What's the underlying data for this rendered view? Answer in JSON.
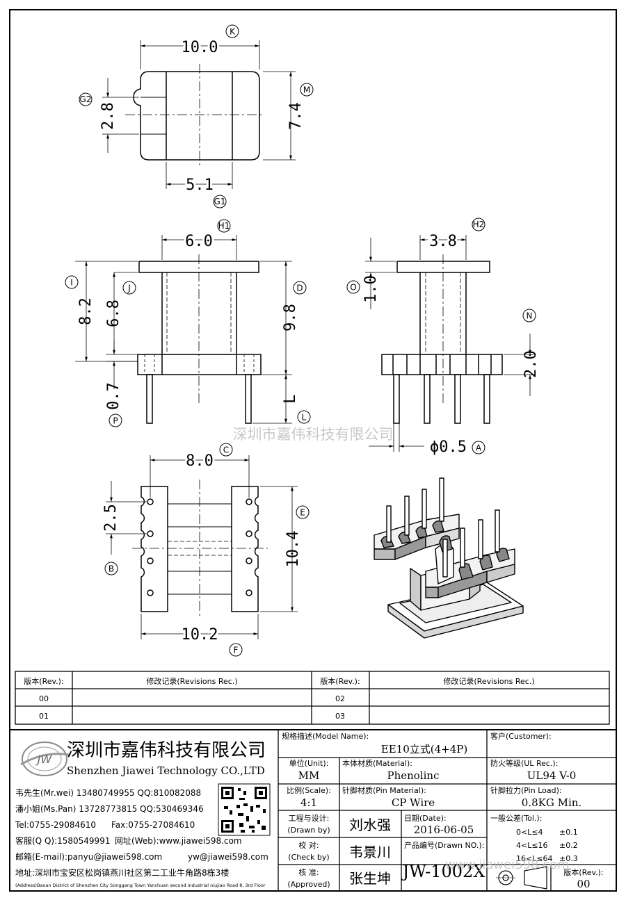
{
  "dimensions": {
    "k": "10.0",
    "m": "7.4",
    "g2": "2.8",
    "g1": "5.1",
    "h1": "6.0",
    "i": "8.2",
    "j": "6.8",
    "d": "9.8",
    "p": "0.7",
    "l": "L",
    "h2": "3.8",
    "o": "1.0",
    "n": "2.0",
    "a": "ϕ0.5",
    "c": "8.0",
    "b": "2.5",
    "e": "10.4",
    "f": "10.2"
  },
  "markers": {
    "k": "K",
    "m": "M",
    "g2": "G2",
    "g1": "G1",
    "h1": "H1",
    "i": "I",
    "j": "J",
    "d": "D",
    "p": "P",
    "l": "L",
    "h2": "H2",
    "o": "O",
    "n": "N",
    "a": "A",
    "c": "C",
    "b": "B",
    "e": "E",
    "f": "F"
  },
  "watermark": "深圳市嘉伟科技有限公司",
  "revisions": {
    "rev_header": "版本(Rev.):",
    "rec_header": "修改记录(Revisions Rec.)",
    "rows": [
      "00",
      "01",
      "02",
      "03"
    ]
  },
  "company": {
    "logo_text": "JW",
    "name_cn": "深圳市嘉伟科技有限公司",
    "name_en": "Shenzhen Jiawei Technology CO.,LTD",
    "contact1": "韦先生(Mr.wei) 13480749955 QQ:810082088",
    "contact2": "潘小姐(Ms.Pan) 13728773815 QQ:530469346",
    "tel": "Tel:0755-29084610",
    "fax": "Fax:0755-27084610",
    "qq": "客服(Q Q):1580549991",
    "web": "网址(Web):www.jiawei598.com",
    "email": "邮箱(E-mail):panyu@jiawei598.com",
    "email2": "yw@jiawei598.com",
    "addr": "地址:深圳市宝安区松岗镇燕川社区第二工业牛角路8栋3楼",
    "addr_en": "(Address)Baoan District of Shenzhen City Songgang Town Yanchuan second industrial niujiao Road 8, 3rd Floor"
  },
  "title_block": {
    "model_label": "规格描述(Model Name):",
    "model": "EE10立式(4+4P)",
    "customer_label": "客户(Customer):",
    "unit_label": "单位(Unit):",
    "unit": "MM",
    "material_label": "本体材质(Material):",
    "material": "Phenolinc",
    "ul_label": "防火等级(UL Rec.):",
    "ul": "UL94 V-0",
    "scale_label": "比例(Scale):",
    "scale": "4:1",
    "pin_label": "针脚材质(Pin Material):",
    "pin": "CP Wire",
    "load_label": "针脚拉力(Pin Load):",
    "load": "0.8KG Min.",
    "drawn_label": "工程与设计:",
    "drawn_label2": "(Drawn by)",
    "drawn": "刘水强",
    "date_label": "日期(Date):",
    "date": "2016-06-05",
    "check_label": "校  对:",
    "check_label2": "(Check by)",
    "check": "韦景川",
    "drawn_no_label": "产品编号(Drawn NO.):",
    "drawn_no": "JW-1002X",
    "approved_label": "核  准:",
    "approved_label2": "(Approved)",
    "approved": "张生坤",
    "tol_label": "一般公差(Tol.):",
    "tol1a": "0<L≤4",
    "tol1b": "±0.1",
    "tol2a": "4<L≤16",
    "tol2b": "±0.2",
    "tol3a": "16<L≤64",
    "tol3b": "±0.3",
    "rev_label": "版本(Rev.):",
    "rev": "00",
    "web_wm": "www.jiawei598.com"
  }
}
